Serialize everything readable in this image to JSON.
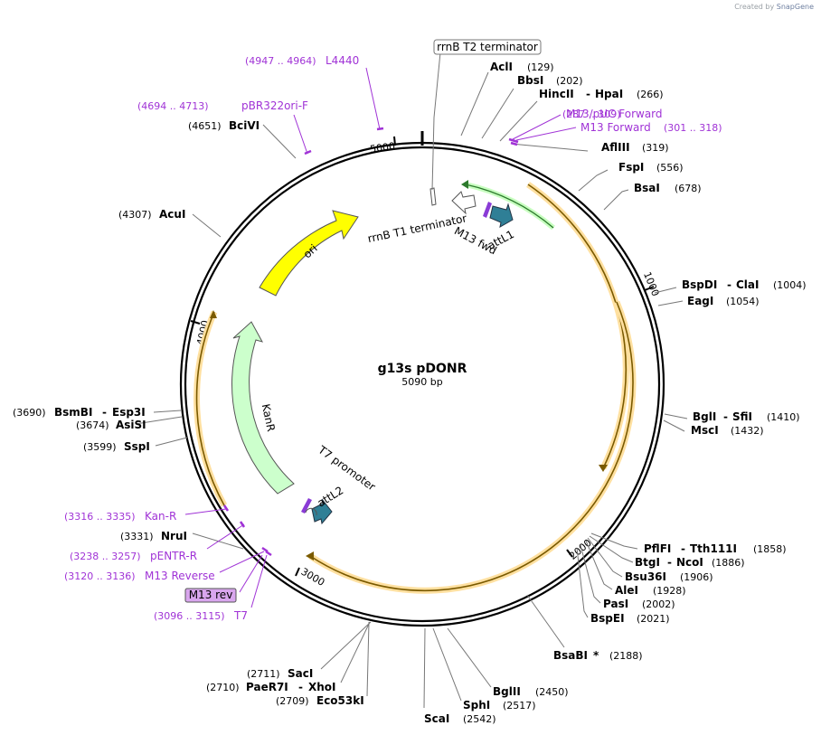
{
  "credit": {
    "prefix": "Created by",
    "brand": "SnapGene"
  },
  "plasmid": {
    "name": "g13s pDONR",
    "length": "5090 bp"
  },
  "ticks": [
    "1000",
    "2000",
    "3000",
    "4000",
    "5000"
  ],
  "features": {
    "ori": "ori",
    "kanr": "KanR",
    "rrnb_t1": "rrnB T1 terminator",
    "rrnb_t2": "rrnB T2 terminator",
    "m13_fwd": "M13 fwd",
    "attl1": "attL1",
    "attl2": "attL2",
    "t7_promoter": "T7 promoter",
    "m13_rev": "M13 rev"
  },
  "enzymes": {
    "acli": {
      "name": "AclI",
      "pos": "(129)"
    },
    "bbsi": {
      "name": "BbsI",
      "pos": "(202)"
    },
    "hincii": {
      "name": "HincII",
      "name2": "HpaI",
      "pos": "(266)"
    },
    "aflii": {
      "name": "AflIII",
      "pos": "(319)"
    },
    "fspi": {
      "name": "FspI",
      "pos": "(556)"
    },
    "bsai": {
      "name": "BsaI",
      "pos": "(678)"
    },
    "bspdi": {
      "name": "BspDI",
      "name2": "ClaI",
      "pos": "(1004)"
    },
    "eagi": {
      "name": "EagI",
      "pos": "(1054)"
    },
    "bgli": {
      "name": "BglI",
      "name2": "SfiI",
      "pos": "(1410)"
    },
    "msci": {
      "name": "MscI",
      "pos": "(1432)"
    },
    "pflfi": {
      "name": "PflFI",
      "name2": "Tth111I",
      "pos": "(1858)"
    },
    "btgi": {
      "name": "BtgI",
      "name2": "NcoI",
      "pos": "(1886)"
    },
    "bsu36i": {
      "name": "Bsu36I",
      "pos": "(1906)"
    },
    "alei": {
      "name": "AleI",
      "pos": "(1928)"
    },
    "pasi": {
      "name": "PasI",
      "pos": "(2002)"
    },
    "bspei": {
      "name": "BspEI",
      "pos": "(2021)"
    },
    "bsabi": {
      "name": "BsaBI",
      "mark": "*",
      "pos": "(2188)"
    },
    "bglii": {
      "name": "BglII",
      "pos": "(2450)"
    },
    "sphi": {
      "name": "SphI",
      "pos": "(2517)"
    },
    "scai": {
      "name": "ScaI",
      "pos": "(2542)"
    },
    "saci": {
      "name": "SacI",
      "pos": "(2711)"
    },
    "paer7i": {
      "name": "PaeR7I",
      "name2": "XhoI",
      "pos": "(2710)"
    },
    "eco53ki": {
      "name": "Eco53kI",
      "pos": "(2709)"
    },
    "nrui": {
      "name": "NruI",
      "pos": "(3331)"
    },
    "sspi": {
      "name": "SspI",
      "pos": "(3599)"
    },
    "asisi": {
      "name": "AsiSI",
      "pos": "(3674)"
    },
    "bsmbi": {
      "name": "BsmBI",
      "name2": "Esp3I",
      "pos": "(3690)"
    },
    "acui": {
      "name": "AcuI",
      "pos": "(4307)"
    },
    "bcivi": {
      "name": "BciVI",
      "pos": "(4651)"
    }
  },
  "primers": {
    "m13puc": {
      "name": "M13/pUC Forward",
      "range": "(287 .. 309)"
    },
    "m13f": {
      "name": "M13 Forward",
      "range": "(301 .. 318)"
    },
    "l4440": {
      "name": "L4440",
      "range": "(4947 .. 4964)"
    },
    "pbr322": {
      "name": "pBR322ori-F",
      "range": "(4694 .. 4713)"
    },
    "kanr": {
      "name": "Kan-R",
      "range": "(3316 .. 3335)"
    },
    "pentr": {
      "name": "pENTR-R",
      "range": "(3238 .. 3257)"
    },
    "m13rev": {
      "name": "M13 Reverse",
      "range": "(3120 .. 3136)"
    },
    "t7": {
      "name": "T7",
      "range": "(3096 .. 3115)"
    }
  },
  "colors": {
    "backbone": "#000000",
    "ori": "#ffff00",
    "kanr": "#ccffcc",
    "att": "#2f7f96",
    "orf_fill": "#ffe9b8",
    "primer": "#a033d6",
    "leader": "#777777"
  }
}
